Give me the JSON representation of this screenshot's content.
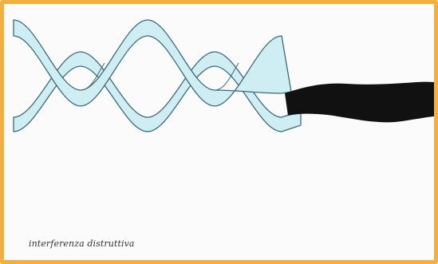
{
  "caption": "interferenza distruttiva",
  "colors": {
    "border": "#f2b13e",
    "background": "#fbfbfc",
    "wave_fill": "#cfeef4",
    "wave_outline": "#3c6a73",
    "resultant": "#111111",
    "caption_text": "#333333"
  },
  "elements": {
    "wave_a": "light-blue sinusoidal ribbon",
    "wave_b": "light-blue sinusoidal ribbon, opposite phase",
    "resultant": "black flat band"
  }
}
